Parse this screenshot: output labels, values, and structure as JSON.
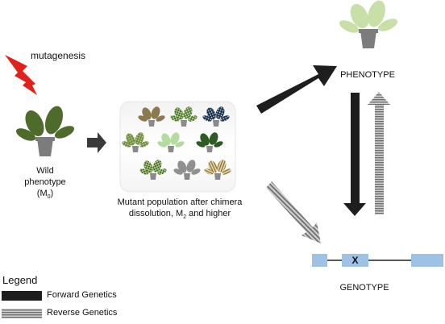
{
  "mutagenesis_label": "mutagenesis",
  "wild": {
    "line1": "Wild",
    "line2": "phenotype",
    "line3_main": "(M",
    "line3_sub": "0",
    "line3_end": ")"
  },
  "mutant": {
    "line1": "Mutant population after chimera",
    "line2_main": "dissolution, M",
    "line2_sub": "2",
    "line2_end": " and higher"
  },
  "phenotype_label": "PHENOTYPE",
  "genotype_label": "GENOTYPE",
  "gene_marker": "X",
  "legend": {
    "title": "Legend",
    "forward": "Forward Genetics",
    "reverse": "Reverse Genetics"
  },
  "colors": {
    "forward_arrow": "#1e1e1e",
    "reverse_arrow": "#8a8a8a",
    "wild_leaf": "#4f6b2c",
    "phenotype_leaf": "#c8e0a8",
    "pot": "#7c7c7c",
    "gene_box": "#9ec1e6",
    "lightning": "#e0221c"
  },
  "icons": [
    "lightning-bolt-icon",
    "wild-plant-icon",
    "mutant-plant-icons",
    "phenotype-plant-icon"
  ]
}
